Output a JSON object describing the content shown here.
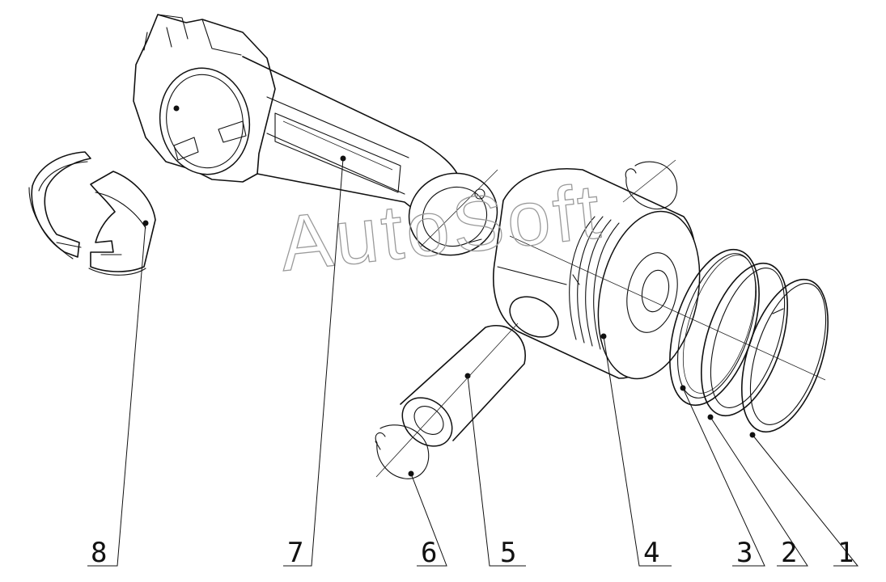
{
  "watermark": "AutoSoft",
  "callouts": [
    {
      "id": "1",
      "label": "1"
    },
    {
      "id": "2",
      "label": "2"
    },
    {
      "id": "3",
      "label": "3"
    },
    {
      "id": "4",
      "label": "4"
    },
    {
      "id": "5",
      "label": "5"
    },
    {
      "id": "6",
      "label": "6"
    },
    {
      "id": "7",
      "label": "7"
    },
    {
      "id": "8",
      "label": "8"
    }
  ],
  "colors": {
    "line": "#111111",
    "watermark": "#9a9a9a",
    "background": "#ffffff"
  }
}
